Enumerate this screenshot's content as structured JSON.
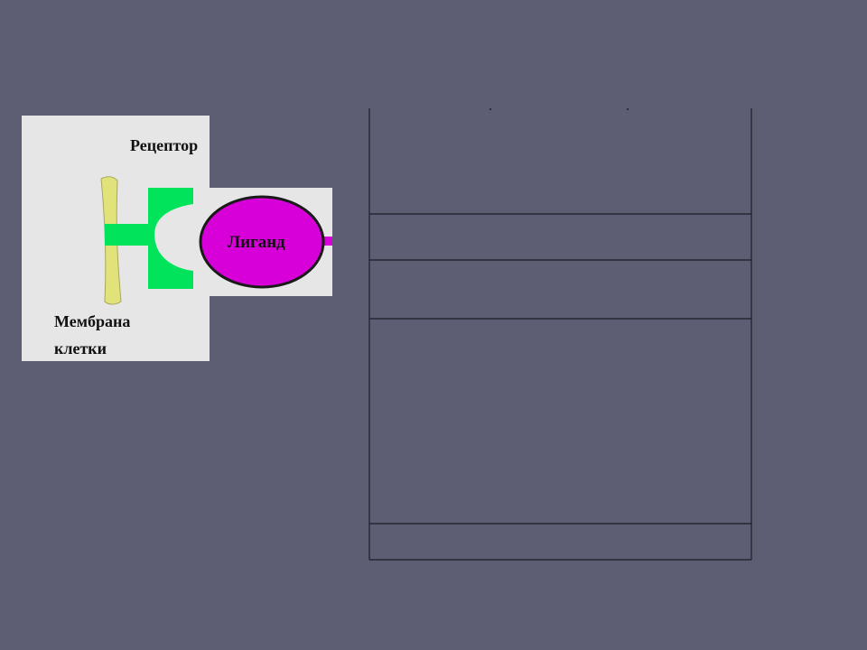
{
  "diagram": {
    "receptor_label": "Рецептор",
    "ligand_label": "Лиганд",
    "membrane_label_line1": "Мембрана",
    "membrane_label_line2": "клетки"
  },
  "colors": {
    "background": "#5d5d73",
    "panel": "#e6e6e6",
    "membrane": "#e2e27a",
    "receptor": "#00e35a",
    "ligand": "#d800d8",
    "table_border": "#1c1c26"
  },
  "table": {
    "rows": 5
  }
}
